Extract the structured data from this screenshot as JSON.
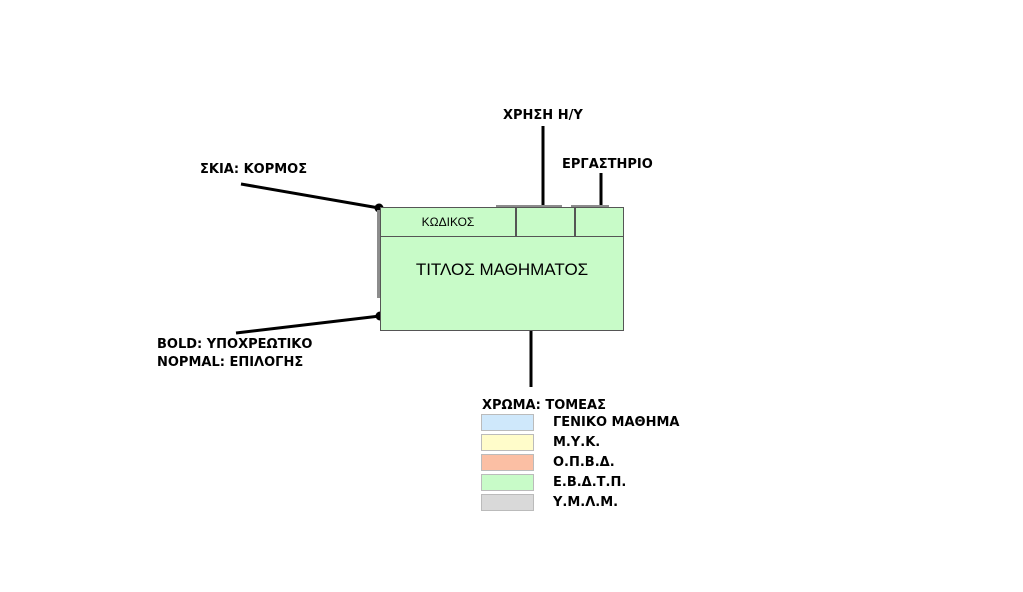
{
  "annotations": {
    "computer_use": "ΧΡΗΣΗ Η/Υ",
    "laboratory": "ΕΡΓΑΣΤΗΡΙΟ",
    "shadow": "ΣΚΙΑ: ΚΟΡΜΟΣ",
    "bold": "BOLD: ΥΠΟΧΡΕΩΤΙΚΟ",
    "normal": "NOPMAL: ΕΠΙΛΟΓΗΣ",
    "color": "ΧΡΩΜΑ: ΤΟΜΕΑΣ"
  },
  "course_box": {
    "code": "ΚΩΔΙΚΟΣ",
    "title": "ΤΙΤΛΟΣ ΜΑΘΗΜΑΤΟΣ",
    "fill_color": "#c8fbc8"
  },
  "legend": [
    {
      "label": "ΓΕΝΙΚΟ ΜΑΘΗΜΑ",
      "color": "#cfe8fb"
    },
    {
      "label": "Μ.Υ.Κ.",
      "color": "#fffcca"
    },
    {
      "label": "Ο.Π.Β.Δ.",
      "color": "#fbbfa4"
    },
    {
      "label": "Ε.Β.Δ.Τ.Π.",
      "color": "#c8fbc8"
    },
    {
      "label": "Υ.Μ.Λ.Μ.",
      "color": "#d9d9d9"
    }
  ]
}
